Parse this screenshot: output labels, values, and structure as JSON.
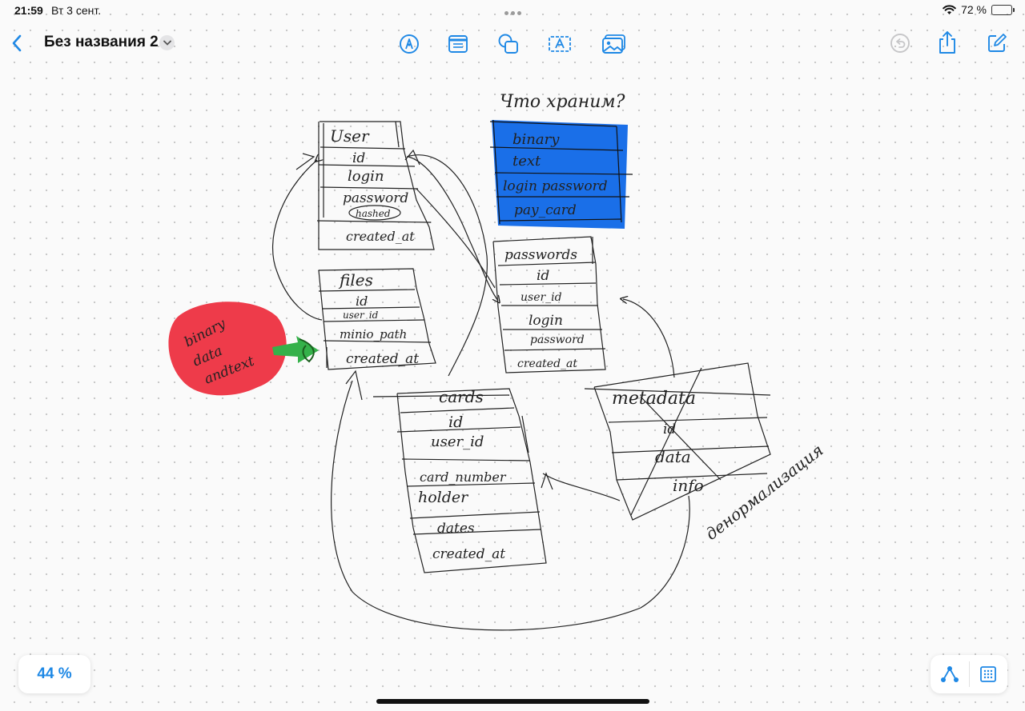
{
  "status_bar": {
    "time": "21:59",
    "date": "Вт 3 сент.",
    "battery_text": "72 %",
    "battery_level": 0.72
  },
  "toolbar": {
    "title": "Без названия 2",
    "icons": {
      "back": "chevron-left-icon",
      "title_menu": "chevron-down-icon",
      "pen": "pen-tip-icon",
      "note": "sticky-note-icon",
      "shapes": "shapes-icon",
      "text": "text-box-icon",
      "media": "photo-icon",
      "undo": "undo-icon",
      "share": "share-icon",
      "new": "compose-icon"
    },
    "accent": "#1e88e5"
  },
  "board": {
    "question": "Что храним?",
    "storage_types": [
      "binary",
      "text",
      "login password",
      "pay_card"
    ],
    "storage_fill": "#1a6fe8",
    "user_table": [
      "User",
      "id",
      "login",
      "password",
      "hashed",
      "created_at"
    ],
    "files_table": [
      "files",
      "id",
      "user_id",
      "minio_path",
      "created_at"
    ],
    "passwords_table": [
      "passwords",
      "id",
      "user_id",
      "login",
      "password",
      "created_at"
    ],
    "cards_table": [
      "cards",
      "id",
      "user_id",
      "card_number",
      "holder",
      "dates",
      "created_at"
    ],
    "metadata_table": [
      "metadata",
      "id",
      "data",
      "info"
    ],
    "blob_text": [
      "binary",
      "data",
      "andtext"
    ],
    "blob_fill": "#ee3b4a",
    "arrow_fill": "#35b14a",
    "side_note": "денормализация"
  },
  "bottom": {
    "zoom": "44 %",
    "icons": {
      "connect": "nodes-icon",
      "grid": "grid-icon"
    }
  }
}
